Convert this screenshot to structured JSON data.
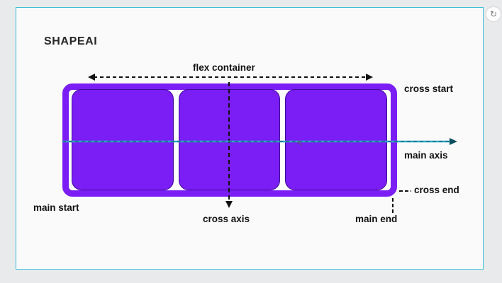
{
  "brand": "SHAPEAI",
  "labels": {
    "flex_container": "flex container",
    "cross_start": "cross start",
    "main_axis": "main axis",
    "cross_end": "cross end",
    "main_start": "main start",
    "cross_axis": "cross axis",
    "main_end": "main end"
  },
  "flex_items": [
    {},
    {},
    {}
  ],
  "colors": {
    "container_border": "#7a1ef5",
    "item_fill": "#7a1ef5",
    "main_axis_line": "#2aa6c7",
    "slide_border": "#38bfd8",
    "label_text": "#111111"
  },
  "icons": {
    "corner": "refresh-icon",
    "pointer": "mouse-cursor-icon"
  }
}
